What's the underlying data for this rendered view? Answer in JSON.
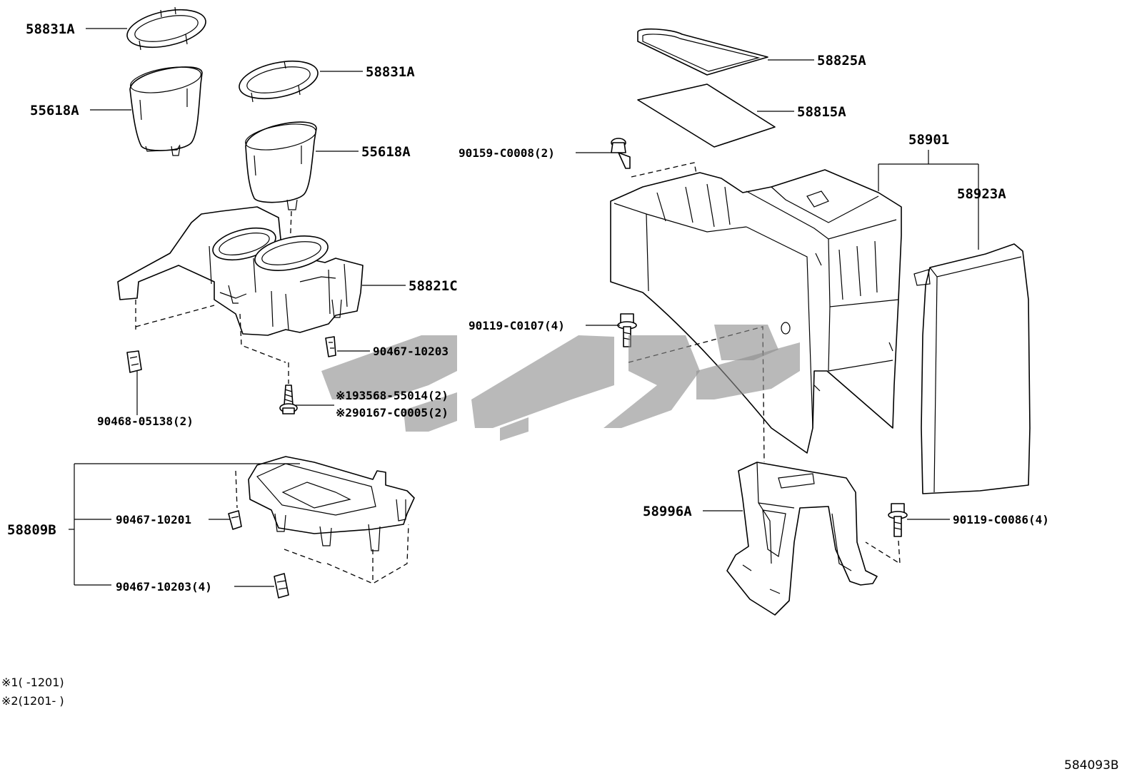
{
  "labels": {
    "l58831a_left": "58831A",
    "l58831a_right": "58831A",
    "l55618a_left": "55618A",
    "l55618a_right": "55618A",
    "l58821c": "58821C",
    "l90467_10203": "90467-10203",
    "l193568": "※193568-55014(2)",
    "l290167": "※290167-C0005(2)",
    "l90468": "90468-05138(2)",
    "l58809b": "58809B",
    "l90467_10201": "90467-10201",
    "l90467_10203_4": "90467-10203(4)",
    "l58825a": "58825A",
    "l58815a": "58815A",
    "l90159": "90159-C0008(2)",
    "l58901": "58901",
    "l58923a": "58923A",
    "l90119_c0107": "90119-C0107(4)",
    "l58996a": "58996A",
    "l90119_c0086": "90119-C0086(4)"
  },
  "notes": {
    "note1": "※1(    -1201)",
    "note2": "※2(1201-    )"
  },
  "figure_code": "584093B",
  "colors": {
    "line": "#000000",
    "watermark": "#8e8e8e",
    "background": "#ffffff"
  }
}
